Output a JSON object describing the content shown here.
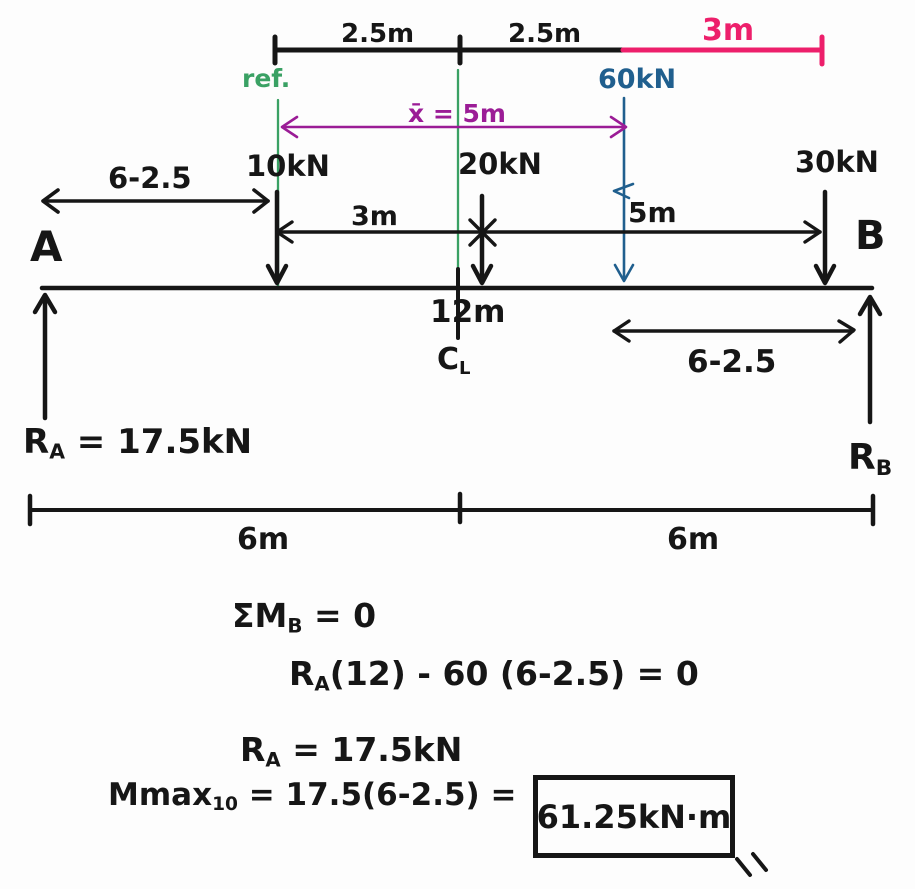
{
  "colors": {
    "ink": "#161616",
    "pink": "#ED1F6B",
    "purple": "#9B1C96",
    "green": "#3AA164",
    "blue": "#205F8E"
  },
  "top": {
    "dim_left": "2.5m",
    "dim_right": "2.5m",
    "dim_pink": "3m",
    "ref": "ref.",
    "load_60": "60kN",
    "xbar": "x̄ = 5m"
  },
  "beam": {
    "support_a": "A",
    "support_b": "B",
    "load_10": "10kN",
    "load_20": "20kN",
    "load_30": "30kN",
    "dim_6_25_left": "6-2.5",
    "dim_3m": "3m",
    "dim_5m": "5m",
    "dim_12m": "12m",
    "centerline": {
      "main": "C",
      "sub": "L"
    },
    "dim_6_25_right": "6-2.5"
  },
  "reactions": {
    "a": {
      "main": "R",
      "sub": "A",
      "value": " = 17.5kN"
    },
    "b": {
      "main": "R",
      "sub": "B"
    }
  },
  "scale": {
    "left": "6m",
    "right": "6m"
  },
  "equations": {
    "line1": {
      "main": "ΣM",
      "sub": "B",
      "rest": " = 0"
    },
    "line2": {
      "main": "R",
      "sub": "A",
      "rest": "(12) - 60 (6-2.5) = 0"
    },
    "line3": {
      "main": "R",
      "sub": "A",
      "rest": " = 17.5kN"
    },
    "line4": {
      "main": "Mmax",
      "sub": "10",
      "rest": " = 17.5(6-2.5) = "
    },
    "answer": "61.25kN·m"
  }
}
